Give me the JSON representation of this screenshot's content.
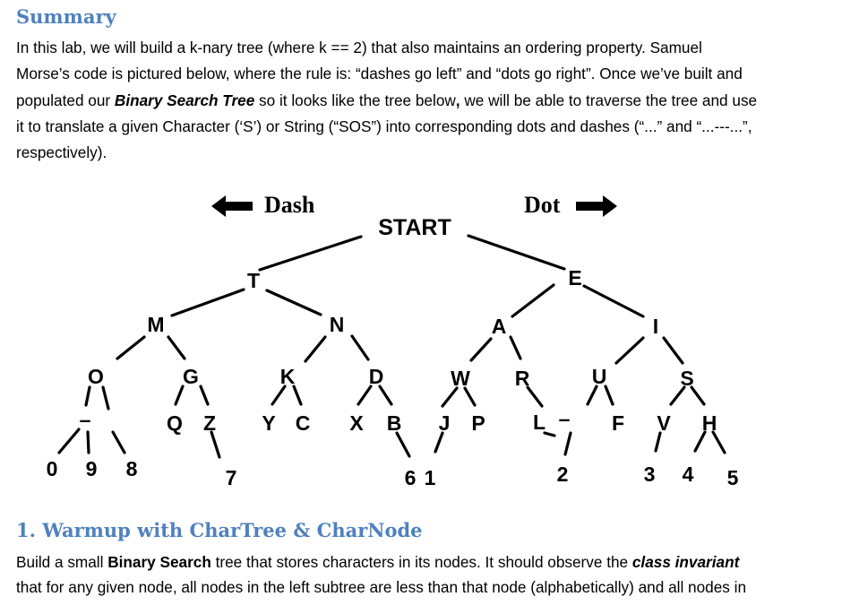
{
  "summary": {
    "heading": "Summary",
    "lines": [
      [
        "In this lab, we will build a k-nary tree (where k == 2) that also maintains an ordering property.  Samuel"
      ],
      [
        "Morse’s code is pictured below, where the rule is: “dashes go left” and “dots go right”.  Once we’ve built and"
      ],
      [
        "populated our ",
        {
          "b": "Binary Search Tree"
        },
        " so it looks like the tree below",
        {
          "bb": ","
        },
        " we will be able to traverse the tree and use"
      ],
      [
        "it to translate a given Character (‘S’) or String (“SOS”) into corresponding dots and dashes (“...” and “...---...”,"
      ],
      [
        "respectively)."
      ]
    ]
  },
  "tree": {
    "dash_label": "Dash",
    "dot_label": "Dot",
    "root": "START",
    "nodes": [
      "T",
      "E",
      "M",
      "N",
      "A",
      "I",
      "O",
      "G",
      "K",
      "D",
      "W",
      "R",
      "U",
      "S",
      "–",
      "Q",
      "Z",
      "Y",
      "C",
      "X",
      "B",
      "J",
      "P",
      "L",
      "–",
      "F",
      "V",
      "H",
      "0",
      "9",
      "8",
      "7",
      "6",
      "1",
      "2",
      "3",
      "4",
      "5"
    ]
  },
  "warmup": {
    "heading": "1. Warmup with CharTree & CharNode",
    "lines": [
      [
        "Build a small ",
        {
          "bb": "Binary Search"
        },
        " tree that stores characters in its nodes.  It should observe the ",
        {
          "b": "class invariant"
        }
      ],
      [
        "that for any given node, all nodes in the left subtree are less than that node (alphabetically) and all nodes in"
      ]
    ]
  }
}
